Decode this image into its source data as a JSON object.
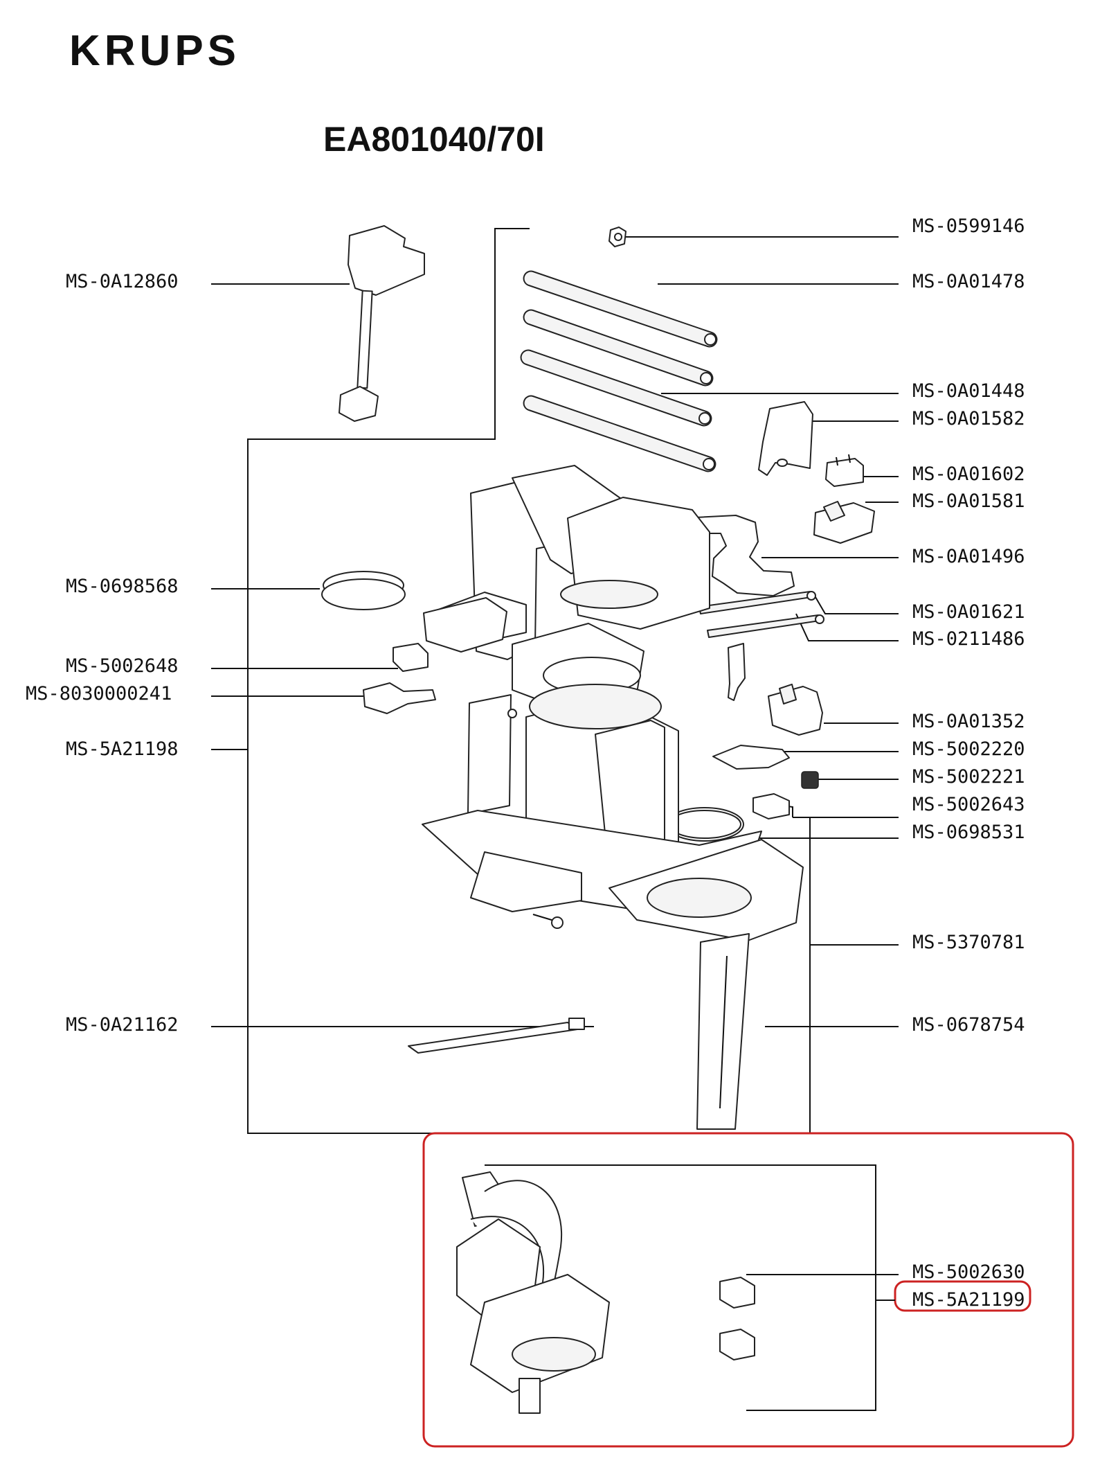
{
  "brand": "KRUPS",
  "model": "EA801040/70I",
  "highlight_color": "#cc2222",
  "parts": [
    {
      "id": "p1",
      "code": "MS-0599146"
    },
    {
      "id": "p2",
      "code": "MS-0A01478"
    },
    {
      "id": "p3",
      "code": "MS-0A01448"
    },
    {
      "id": "p4",
      "code": "MS-0A01582"
    },
    {
      "id": "p5",
      "code": "MS-0A01602"
    },
    {
      "id": "p6",
      "code": "MS-0A01581"
    },
    {
      "id": "p7",
      "code": "MS-0A01496"
    },
    {
      "id": "p8",
      "code": "MS-0A01621"
    },
    {
      "id": "p9",
      "code": "MS-0211486"
    },
    {
      "id": "p10",
      "code": "MS-0A01352"
    },
    {
      "id": "p11",
      "code": "MS-5002220"
    },
    {
      "id": "p12",
      "code": "MS-5002221"
    },
    {
      "id": "p13",
      "code": "MS-5002643"
    },
    {
      "id": "p14",
      "code": "MS-0698531"
    },
    {
      "id": "p15",
      "code": "MS-5370781"
    },
    {
      "id": "p16",
      "code": "MS-0678754"
    },
    {
      "id": "p17",
      "code": "MS-5002630"
    },
    {
      "id": "p18",
      "code": "MS-5A21199"
    },
    {
      "id": "p19",
      "code": "MS-0A12860"
    },
    {
      "id": "p20",
      "code": "MS-0698568"
    },
    {
      "id": "p21",
      "code": "MS-5002648"
    },
    {
      "id": "p22",
      "code": "MS-8030000241"
    },
    {
      "id": "p23",
      "code": "MS-5A21198"
    },
    {
      "id": "p24",
      "code": "MS-0A21162"
    }
  ]
}
